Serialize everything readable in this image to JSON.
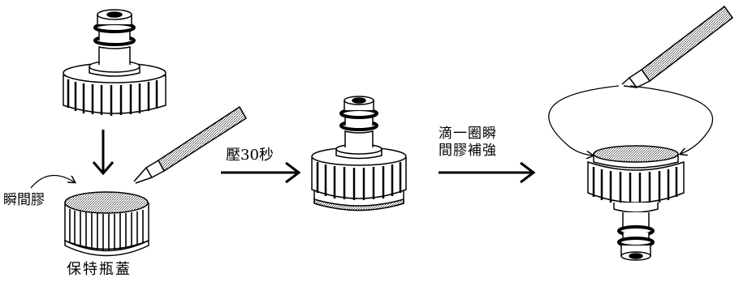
{
  "labels": {
    "instant_glue": "瞬間膠",
    "bottle_cap": "保特瓶蓋",
    "press": "壓30秒",
    "drip_line1": "滴一圈瞬",
    "drip_line2": "間膠補強"
  }
}
